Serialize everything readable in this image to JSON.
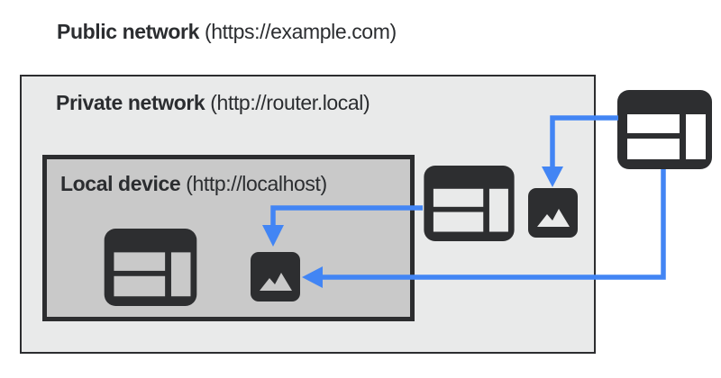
{
  "title": {
    "bold": "Public network",
    "url": "(https://example.com)"
  },
  "private_network": {
    "bold": "Private network",
    "url": "(http://router.local)"
  },
  "local_device": {
    "bold": "Local device",
    "url": "(http://localhost)"
  },
  "icons": {
    "public_browser": "browser-window-icon",
    "private_browser": "browser-window-icon",
    "local_browser": "browser-window-icon",
    "private_image": "image-icon",
    "local_image": "image-icon"
  },
  "arrows": [
    {
      "name": "arrow-public-browser-to-private-image",
      "from": "public browser",
      "to": "private network image",
      "direction": "down"
    },
    {
      "name": "arrow-private-browser-to-local-image",
      "from": "private network browser",
      "to": "local device image",
      "direction": "down"
    },
    {
      "name": "arrow-public-browser-to-local-image",
      "from": "public browser",
      "to": "local device image",
      "direction": "left"
    }
  ],
  "colors": {
    "arrow_blue": "#4285f4",
    "icon_dark": "#2d2e30",
    "text_dark": "#2b2d30",
    "border_dark": "#2c2d2f",
    "private_bg": "#e9eaea",
    "local_bg": "#c9c9c9",
    "canvas_bg": "#ffffff"
  }
}
